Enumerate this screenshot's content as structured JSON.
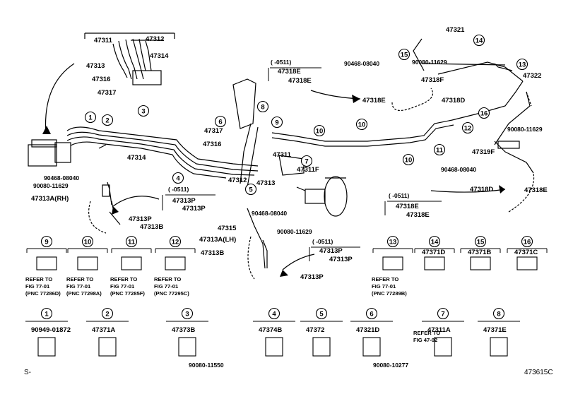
{
  "diagram": {
    "id": "473615C",
    "corner_mark": "S-",
    "part_labels": {
      "p47311": "47311",
      "p47312": "47312",
      "p47313": "47313",
      "p47314": "47314",
      "p47316": "47316",
      "p47317": "47317",
      "p47314b": "47314",
      "p47317b": "47317",
      "p47316b": "47316",
      "p47312b": "47312",
      "p47313b": "47313",
      "p47311b": "47311",
      "p47311F": "47311F",
      "p47321": "47321",
      "p47322": "47322",
      "p47318F": "47318F",
      "p47318D": "47318D",
      "p47318E_a": "47318E",
      "p47318E_b": "47318E",
      "p47318E_c": "47318E",
      "p47318E_d": "47318E",
      "p47318E_e": "47318E",
      "p47319F": "47319F",
      "p47318D_b": "47318D",
      "p47313A_RH": "47313A(RH)",
      "p47313A_LH": "47313A(LH)",
      "p47313P_a": "47313P",
      "p47313P_b": "47313P",
      "p47313P_c": "47313P",
      "p47313P_d": "47313P",
      "p47313P_e": "47313P",
      "p47313P_f": "47313P",
      "p47313B_a": "47313B",
      "p47313B_b": "47313B",
      "p47315": "47315",
      "c90468_a": "90468-08040",
      "c90080_a": "90080-11629",
      "c90468_b": "90468-08040",
      "c90080_b": "90080-11629",
      "c90468_c": "90468-08040",
      "c90080_c": "90080-11629",
      "c90468_d": "90468-08040",
      "c90080_d": "90080-11629",
      "range_a": "(   -0511)",
      "range_b": "(   -0511)",
      "range_c": "(   -0511)",
      "range_d": "(   -0511)"
    },
    "callouts": [
      "1",
      "2",
      "3",
      "4",
      "5",
      "6",
      "7",
      "8",
      "9",
      "10",
      "11",
      "12",
      "13",
      "14",
      "15",
      "16"
    ],
    "clamp_legend_top": [
      {
        "num": "9",
        "ref": [
          "REFER TO",
          "FIG 77-01",
          "(PNC 77286D)"
        ]
      },
      {
        "num": "10",
        "ref": [
          "REFER TO",
          "FIG 77-01",
          "(PNC 77298A)"
        ]
      },
      {
        "num": "11",
        "ref": [
          "REFER TO",
          "FIG 77-01",
          "(PNC 77285F)"
        ]
      },
      {
        "num": "12",
        "ref": [
          "REFER TO",
          "FIG 77-01",
          "(PNC 77295C)"
        ]
      },
      {
        "num": "13",
        "ref": [
          "REFER TO",
          "FIG 77-01",
          "(PNC 77289B)"
        ]
      },
      {
        "num": "14",
        "part": "47371D"
      },
      {
        "num": "15",
        "part": "47371B"
      },
      {
        "num": "16",
        "part": "47371C"
      }
    ],
    "clamp_legend_bottom": [
      {
        "num": "1",
        "part": "90949-01872"
      },
      {
        "num": "2",
        "part": "47371A"
      },
      {
        "num": "3",
        "part": "47373B",
        "bolt": "90080-11550"
      },
      {
        "num": "4",
        "part": "47374B"
      },
      {
        "num": "5",
        "part": "47372"
      },
      {
        "num": "6",
        "part": "47321D",
        "bolt": "90080-10277"
      },
      {
        "num": "7",
        "part": "47311A",
        "ref": [
          "REFER TO",
          "FIG 47-02"
        ]
      },
      {
        "num": "8",
        "part": "47371E"
      }
    ]
  }
}
